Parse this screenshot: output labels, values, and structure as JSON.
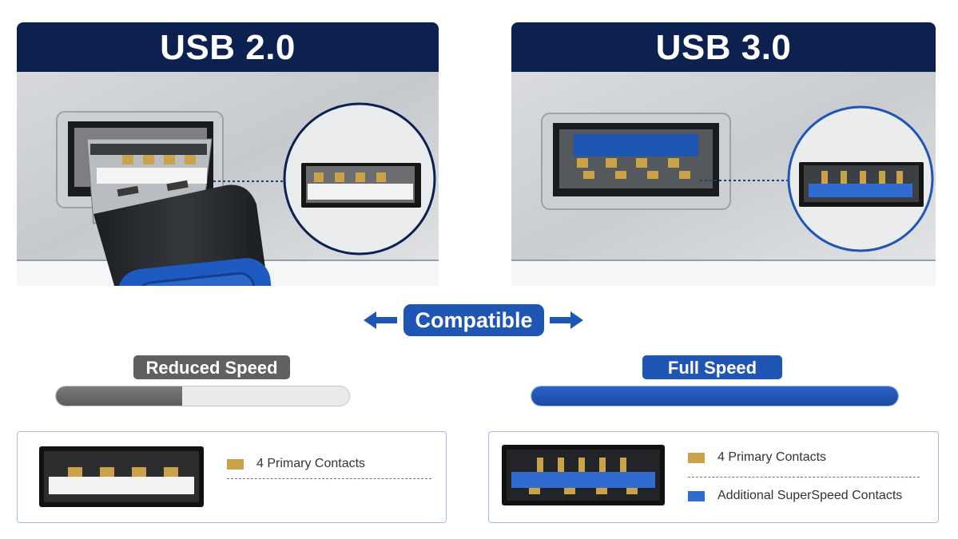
{
  "usb2": {
    "title": "USB 2.0",
    "speed_label": "Reduced Speed",
    "speed_fraction": 0.43,
    "legend": [
      "4 Primary Contacts"
    ]
  },
  "usb3": {
    "title": "USB 3.0",
    "speed_label": "Full Speed",
    "speed_fraction": 1.0,
    "legend": [
      "4 Primary Contacts",
      "Additional SuperSpeed Contacts"
    ]
  },
  "compat_label": "Compatible",
  "colors": {
    "navy": "#0d2150",
    "blue": "#1f56b4",
    "gold": "#c9a24a",
    "gray": "#606060"
  },
  "icons": {
    "left_arrow": "arrow-left-icon",
    "right_arrow": "arrow-right-icon"
  }
}
